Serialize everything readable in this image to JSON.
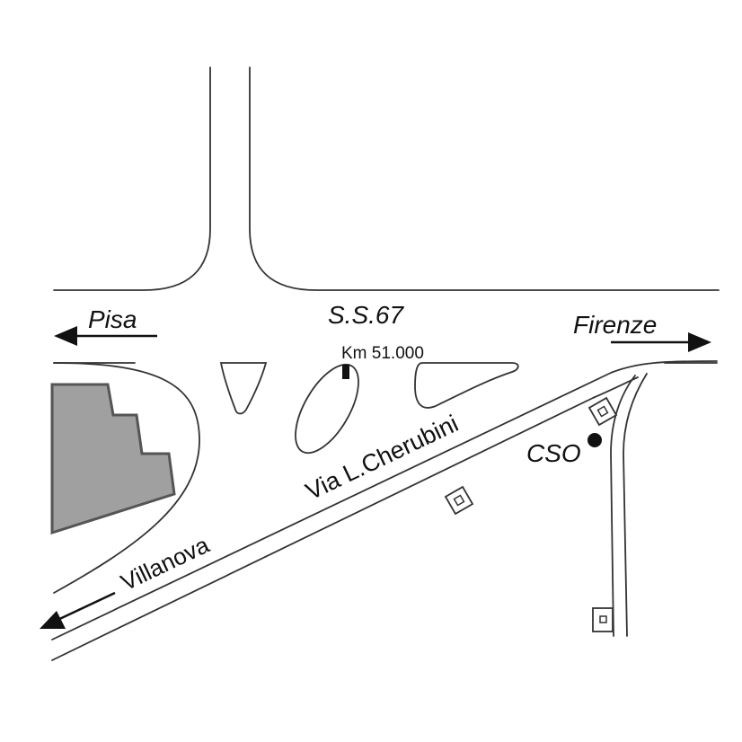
{
  "labels": {
    "road_number": "S.S.67",
    "km_marker": "Km 51.000",
    "west_destination": "Pisa",
    "east_destination": "Firenze",
    "street_name": "Via L.Cherubini",
    "southwest_destination": "Villanova",
    "site": "CSO"
  },
  "colors": {
    "building_fill": "#a0a0a0",
    "building_stroke": "#555555",
    "road_line": "#333333",
    "text": "#111111"
  },
  "icons": {
    "km_marker": "milestone-marker",
    "site": "location-dot",
    "small_buildings": "building-square-icon"
  }
}
